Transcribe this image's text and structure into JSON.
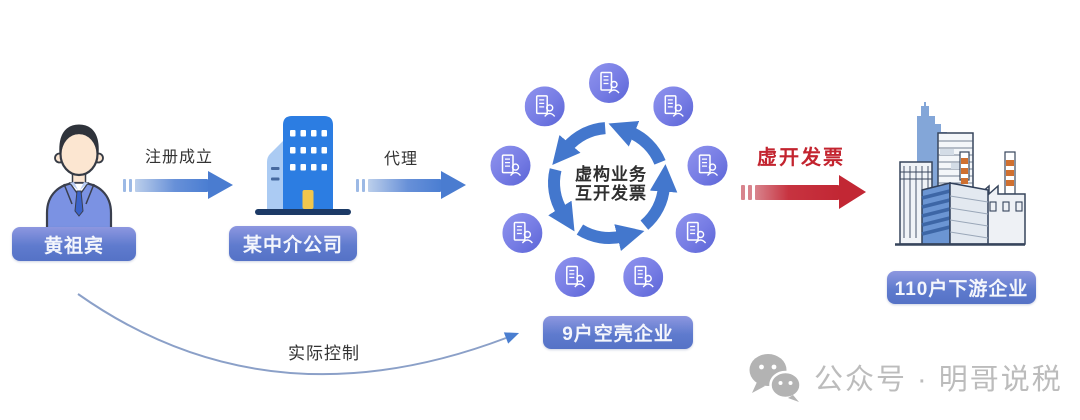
{
  "nodes": {
    "actor": {
      "label": "黄祖宾",
      "icon": "businessman-icon"
    },
    "intermediary": {
      "label": "某中介公司",
      "icon": "office-building-icon"
    },
    "shell_companies": {
      "label": "9户空壳企业",
      "count": 9,
      "icon": "shell-company-icon",
      "cycle_text_line1": "虚构业务",
      "cycle_text_line2": "互开发票"
    },
    "downstream": {
      "label": "110户下游企业",
      "icon": "city-factory-icon"
    }
  },
  "edges": {
    "register": {
      "label": "注册成立",
      "style": "blue-block-arrow"
    },
    "agency": {
      "label": "代理",
      "style": "blue-block-arrow"
    },
    "issue_invoices": {
      "label": "虚开发票",
      "style": "red-block-arrow"
    },
    "actual_control": {
      "label": "实际控制",
      "style": "thin-curved-arrow"
    }
  },
  "watermark": {
    "icon": "wechat-icon",
    "text": "公众号 · 明哥说税"
  },
  "colors": {
    "arrow_blue": "#4b7ed2",
    "arrow_red": "#c22734",
    "label_gradient_top": "#8d97e0",
    "label_gradient_bottom": "#5572c6",
    "shell_circle_purple": "#7a81e6",
    "body_text": "#333333",
    "watermark_gray": "#bcbcbc"
  }
}
